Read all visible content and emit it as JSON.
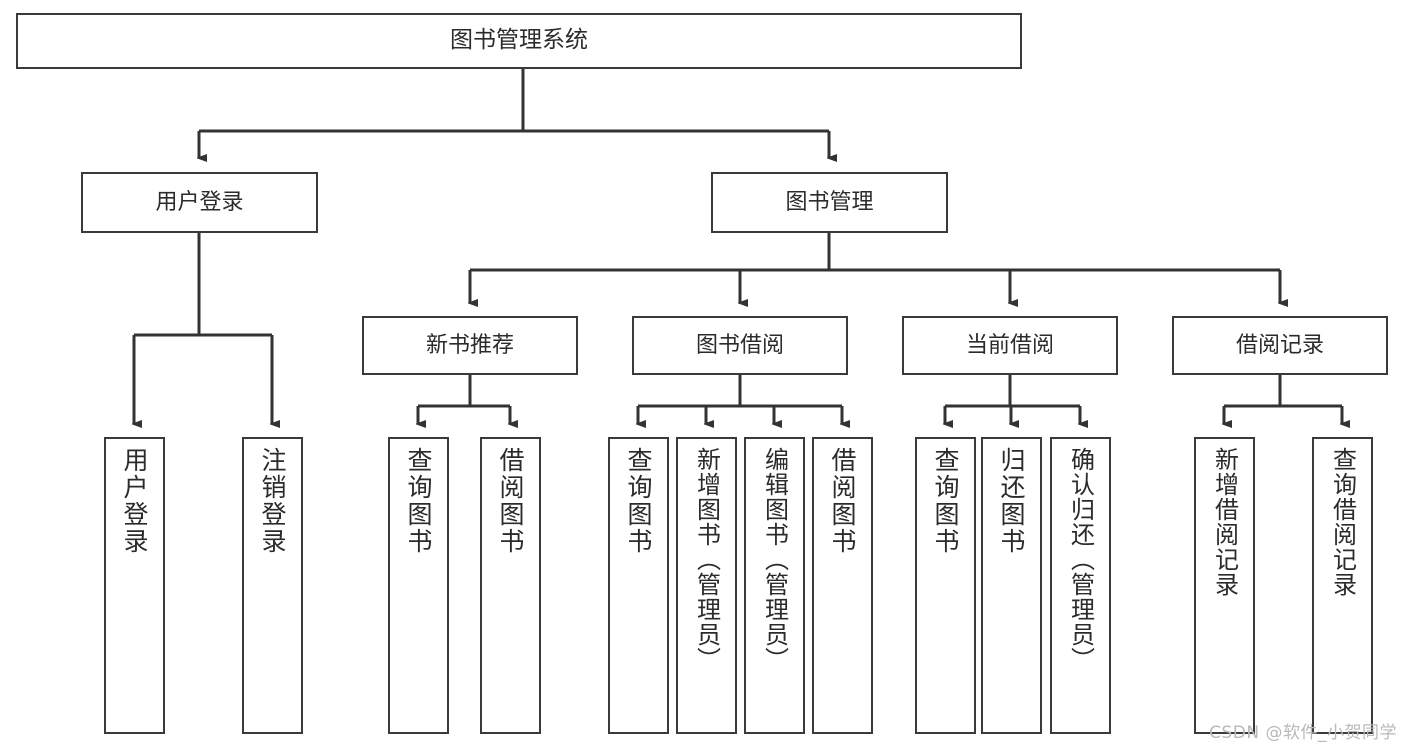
{
  "diagram": {
    "title": "图书管理系统",
    "type": "功能结构图",
    "watermark": "CSDN @软件_小贺同学",
    "colors": {
      "box_border": "#3a3a3a",
      "box_fill": "#ffffff",
      "connector": "#333333",
      "text": "#2b2b2b",
      "watermark": "#b9b9b9"
    }
  },
  "nodes": {
    "root": {
      "label": "图书管理系统"
    },
    "level2": [
      {
        "id": "user-login",
        "label": "用户登录"
      },
      {
        "id": "book-management",
        "label": "图书管理"
      }
    ],
    "level3": [
      {
        "id": "new-book-recommend",
        "label": "新书推荐"
      },
      {
        "id": "book-borrow",
        "label": "图书借阅"
      },
      {
        "id": "current-borrow",
        "label": "当前借阅"
      },
      {
        "id": "borrow-record",
        "label": "借阅记录"
      }
    ],
    "leaves": [
      {
        "id": "leaf-user-login",
        "label": "用户登录",
        "parent": "user-login"
      },
      {
        "id": "leaf-user-logout",
        "label": "注销登录",
        "parent": "user-login"
      },
      {
        "id": "leaf-query-book-1",
        "label": "查询图书",
        "parent": "new-book-recommend"
      },
      {
        "id": "leaf-borrow-book-1",
        "label": "借阅图书",
        "parent": "new-book-recommend"
      },
      {
        "id": "leaf-query-book-2",
        "label": "查询图书",
        "parent": "book-borrow"
      },
      {
        "id": "leaf-add-book",
        "label": "新增图书（管理员）",
        "parent": "book-borrow"
      },
      {
        "id": "leaf-edit-book",
        "label": "编辑图书（管理员）",
        "parent": "book-borrow"
      },
      {
        "id": "leaf-borrow-book-2",
        "label": "借阅图书",
        "parent": "book-borrow"
      },
      {
        "id": "leaf-query-book-3",
        "label": "查询图书",
        "parent": "current-borrow"
      },
      {
        "id": "leaf-return-book",
        "label": "归还图书",
        "parent": "current-borrow"
      },
      {
        "id": "leaf-confirm-return",
        "label": "确认归还（管理员）",
        "parent": "current-borrow"
      },
      {
        "id": "leaf-add-record",
        "label": "新增借阅记录",
        "parent": "borrow-record"
      },
      {
        "id": "leaf-query-record",
        "label": "查询借阅记录",
        "parent": "borrow-record"
      }
    ]
  }
}
